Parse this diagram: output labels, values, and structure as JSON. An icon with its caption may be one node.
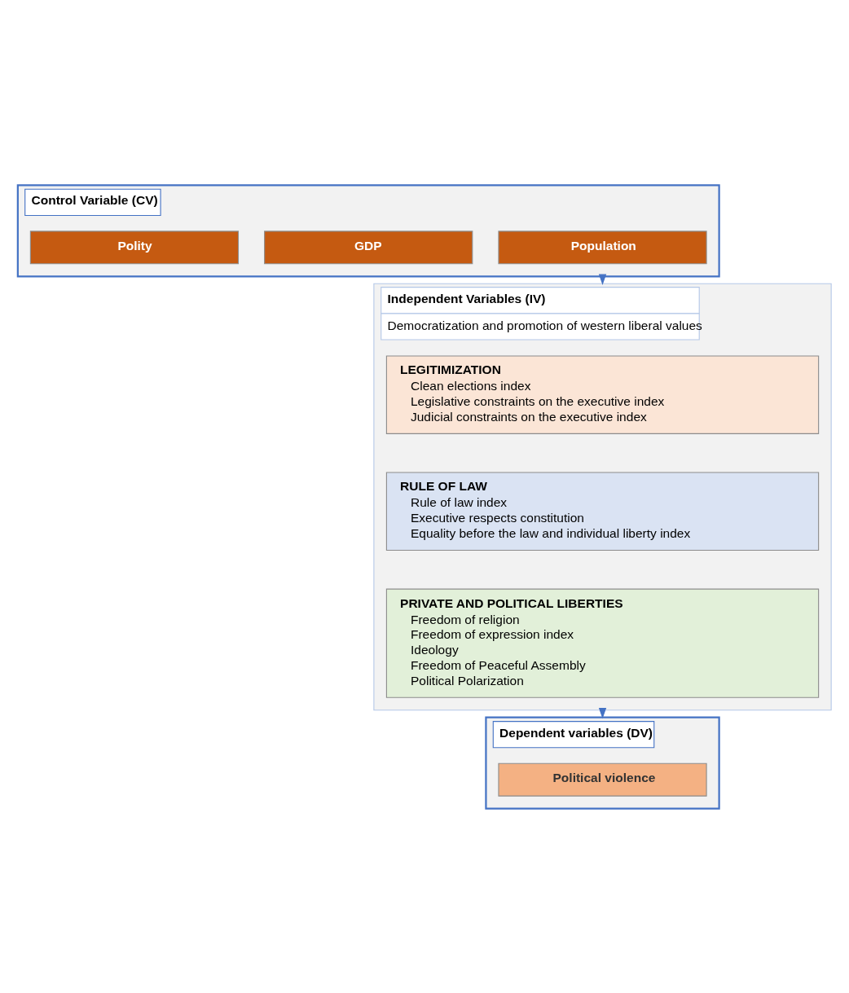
{
  "diagram": {
    "nodes": [
      {
        "text": [
          "Control Variable (CV)"
        ]
      },
      {
        "text": [
          "Polity"
        ],
        "in": 0
      },
      {
        "text": [
          "GDP"
        ],
        "in": 0
      },
      {
        "text": [
          "Population"
        ],
        "in": 0
      },
      {
        "text": [
          "Independent Variables (IV)",
          "Democratization and promotion of western liberal values"
        ]
      },
      {
        "text": [
          "LEGITIMIZATION",
          "Clean elections index",
          "Legislative constraints on the executive index",
          "Judicial constraints on the executive index"
        ],
        "in": 4
      },
      {
        "text": [
          "RULE OF LAW",
          "Rule of law index",
          "Executive respects constitution",
          "Equality before the law and individual liberty index"
        ],
        "in": 4
      },
      {
        "text": [
          "PRIVATE AND POLITICAL LIBERTIES",
          "Freedom of religion",
          "Freedom of expression index",
          "Ideology",
          "Freedom of Peaceful Assembly",
          "Political Polarization"
        ],
        "in": 4
      },
      {
        "text": [
          "Dependent variables (DV)"
        ]
      },
      {
        "text": [
          "Political violence"
        ],
        "in": 8
      }
    ],
    "edges": [
      {
        "from": 0,
        "to": 4,
        "arrow": "to",
        "style": "dashed"
      },
      {
        "from": 4,
        "to": 8,
        "arrow": "to"
      }
    ]
  }
}
